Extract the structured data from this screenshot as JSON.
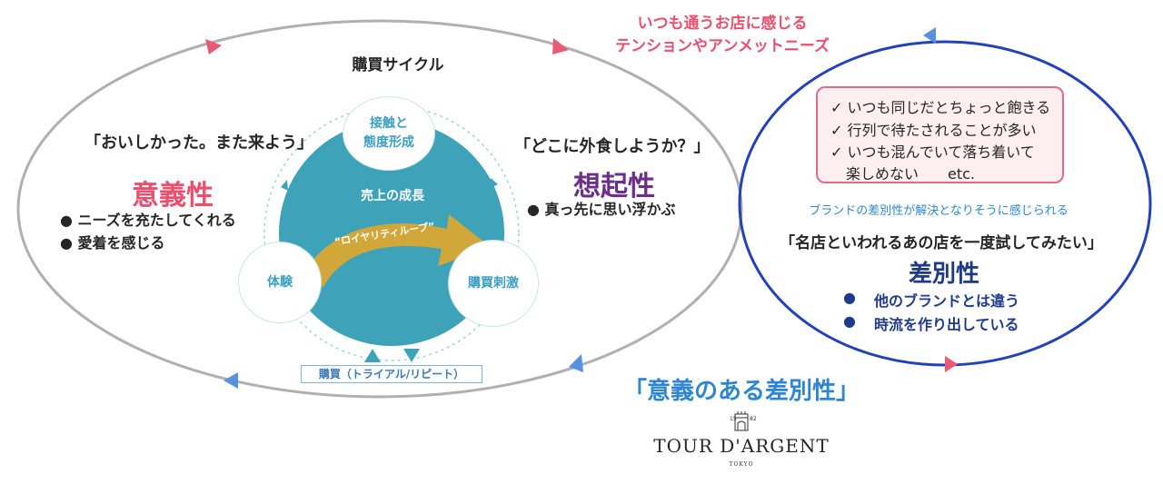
{
  "purchase_cycle": {
    "title": "購買サイクル",
    "node_top_line1": "接触と",
    "node_top_line2": "態度形成",
    "center_label": "売上の成長",
    "loyalty_label": "“ロイヤリティループ”",
    "node_left": "体験",
    "node_right": "購買刺激",
    "trial_label": "購買（トライアル/リピート）"
  },
  "meaning": {
    "quote": "「おいしかった。また来よう」",
    "heading": "意義性",
    "bullets": [
      "● ニーズを充たしてくれる",
      "● 愛着を感じる"
    ]
  },
  "recall": {
    "quote": "「どこに外食しようか？」",
    "heading": "想起性",
    "bullets": [
      "● 真っ先に思い浮かぶ"
    ]
  },
  "tension": {
    "line1": "いつも通うお店に感じる",
    "line2": "テンションやアンメットニーズ"
  },
  "checklist": {
    "items": [
      "✓ いつも同じだとちょっと飽きる",
      "✓ 行列で待たされることが多い",
      "✓ いつも混んでいて落ち着いて"
    ],
    "continuation": "楽しめない　　etc."
  },
  "distinction": {
    "caption": "ブランドの差別性が解決となりそうに感じられる",
    "quote": "「名店といわれるあの店を一度試してみたい」",
    "heading": "差別性",
    "bullets": [
      "他のブランドとは違う",
      "時流を作り出している"
    ],
    "bullet_mark": "●"
  },
  "conclusion": "「意義のある差別性」",
  "logo": {
    "name": "TOUR D'ARGENT",
    "sub": "TOKYO",
    "year_left": "15",
    "year_right": "82"
  },
  "colors": {
    "teal": "#3ea2b8",
    "gold": "#d1a73a",
    "red_heading": "#e8506e",
    "purple_heading": "#6b2f8a",
    "navy": "#1f3a8a",
    "blue_text": "#2d86cf",
    "pink_arrow": "#e85a75",
    "blue_arrow": "#5b8fe0",
    "ellipse_gray": "#b0b0b0",
    "circle_blue": "#2342b8"
  }
}
